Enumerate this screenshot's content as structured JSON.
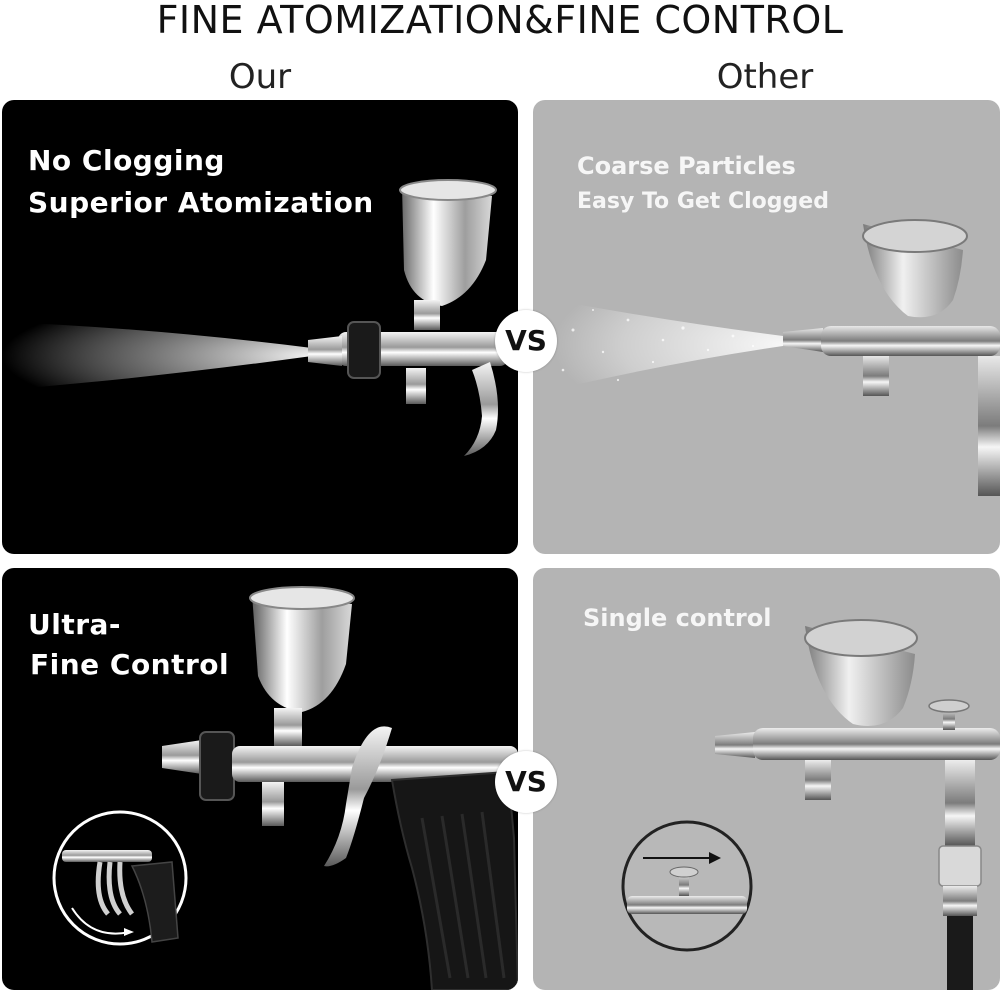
{
  "header": {
    "title": "FINE ATOMIZATION&FINE CONTROL",
    "left_label": "Our",
    "right_label": "Other"
  },
  "panels": {
    "our_top": {
      "line1": "No Clogging",
      "line2": "Superior Atomization"
    },
    "other_top": {
      "line1": "Coarse Particles",
      "line2": "Easy To Get Clogged"
    },
    "our_bottom": {
      "line1": "Ultra-",
      "line2": "Fine Control"
    },
    "other_bottom": {
      "line1": "Single control"
    }
  },
  "vs_badges": {
    "top": "VS",
    "bottom": "VS"
  },
  "colors": {
    "our_panel": "#000000",
    "other_panel": "#b4b4b4",
    "caption": "#ffffff",
    "badge": "#ffffff"
  }
}
